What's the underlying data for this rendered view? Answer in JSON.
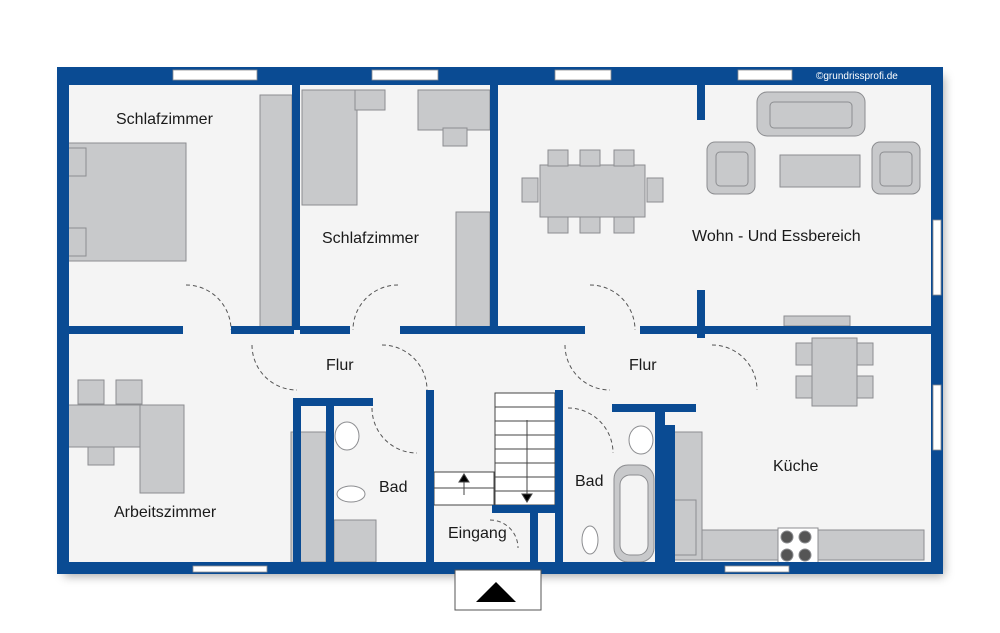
{
  "copyright": "©grundrissprofi.de",
  "rooms": {
    "schlafzimmer_left": "Schlafzimmer",
    "schlafzimmer_mid": "Schlafzimmer",
    "wohn": "Wohn - Und Essbereich",
    "flur_left": "Flur",
    "flur_right": "Flur",
    "arbeitszimmer": "Arbeitszimmer",
    "bad_left": "Bad",
    "bad_right": "Bad",
    "eingang": "Eingang",
    "kueche": "Küche"
  },
  "colors": {
    "wall": "#0a4b93",
    "floor": "#f4f4f4",
    "furniture": "#c8c9cb",
    "furniture_stroke": "#8c8d90",
    "window": "#ffffff"
  }
}
